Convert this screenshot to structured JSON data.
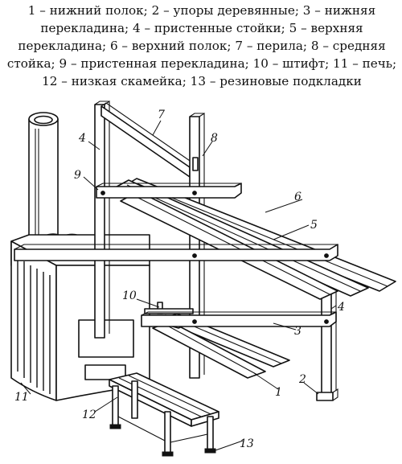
{
  "caption": "1 – нижний полок; 2 – упоры деревянные; 3 – нижняя перекладина; 4 – пристенные стойки; 5 – верхняя перекладина; 6 – верхний полок; 7 – перила; 8 – средняя стойка; 9 – пристенная перекладина; 10 – штифт; 11 – печь; 12 – низкая скамейка; 13 – резиновые подкладки",
  "callouts": {
    "n1": "1",
    "n2": "2",
    "n3": "3",
    "n4a": "4",
    "n4b": "4",
    "n5": "5",
    "n6": "6",
    "n7": "7",
    "n8": "8",
    "n9": "9",
    "n10": "10",
    "n11": "11",
    "n12": "12",
    "n13": "13"
  }
}
